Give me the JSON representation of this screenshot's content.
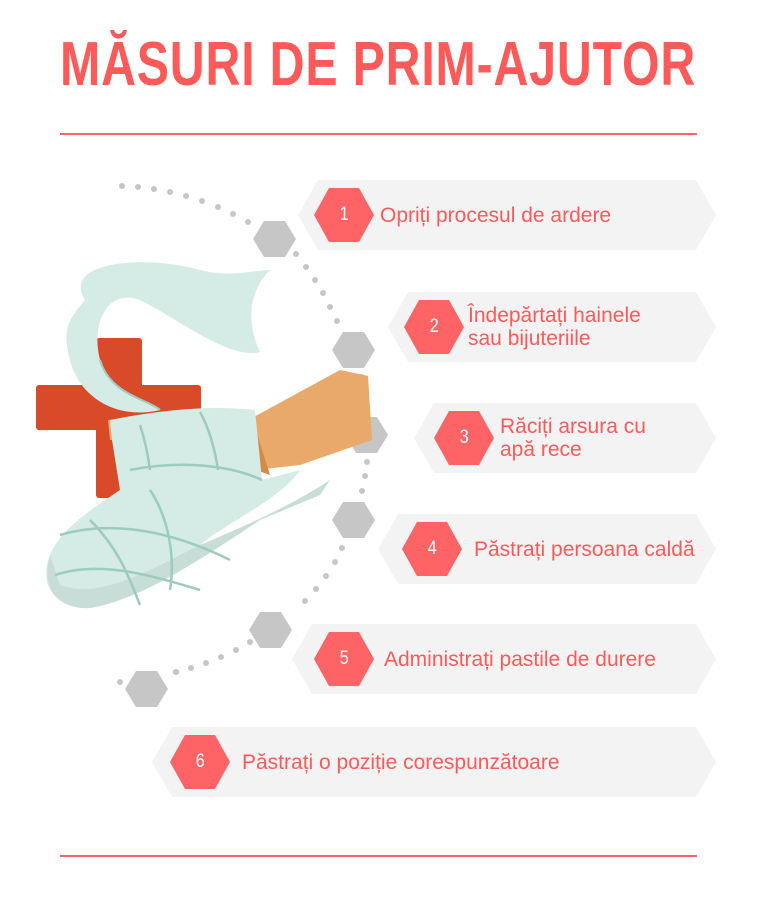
{
  "title": "MĂSURI DE PRIM-AJUTOR",
  "colors": {
    "accent": "#fe5a5a",
    "banner": "#f3f3f3",
    "connector": "#c6c6c6",
    "cross": "#d94a28",
    "bandage": "#d4ebe6",
    "skin": "#e8a96a"
  },
  "steps": [
    {
      "number": "1",
      "text": "Opriți procesul de ardere"
    },
    {
      "number": "2",
      "text_line1": "Îndepărtați hainele",
      "text_line2": "sau bijuteriile"
    },
    {
      "number": "3",
      "text_line1": "Răciți arsura cu",
      "text_line2": "apă rece"
    },
    {
      "number": "4",
      "text": "Păstrați persoana caldă"
    },
    {
      "number": "5",
      "text": "Administrați pastile de durere"
    },
    {
      "number": "6",
      "text": "Păstrați o poziție corespunzătoare"
    }
  ],
  "illustration": {
    "icon": "bandaged-hand-with-medical-cross-icon"
  }
}
